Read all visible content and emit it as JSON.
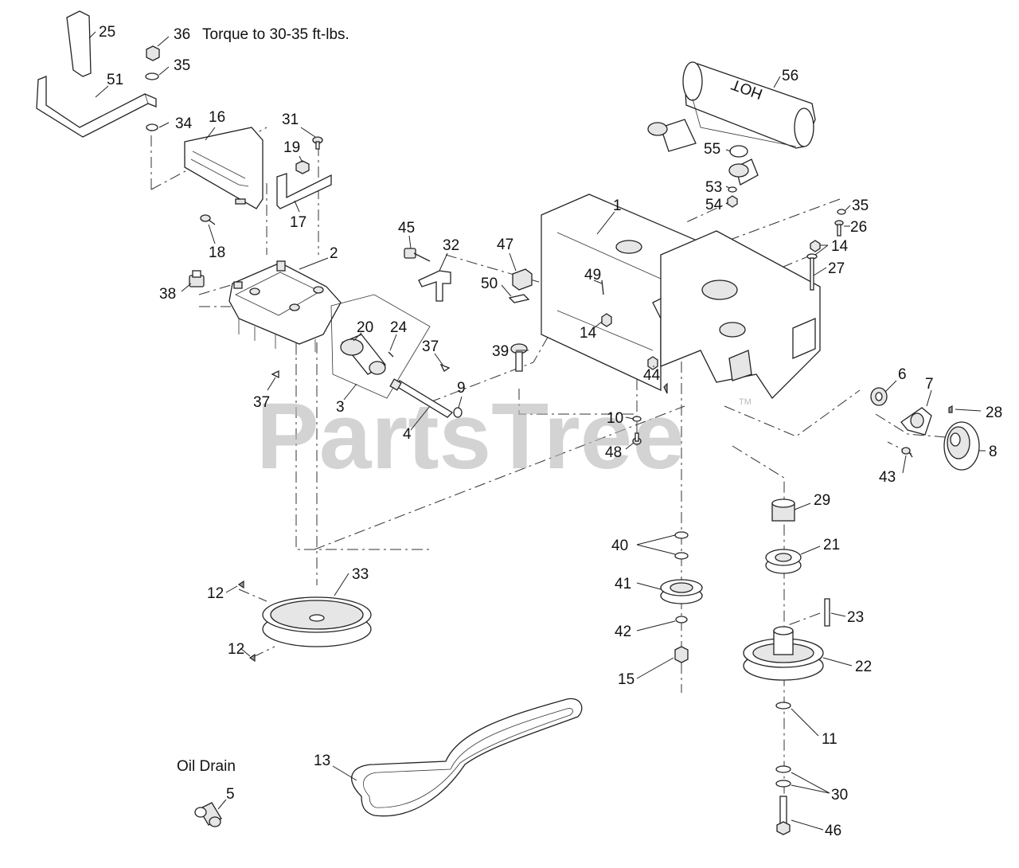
{
  "watermark": "PartsTree",
  "watermark_tm": "TM",
  "notes": {
    "torque": "Torque to 30-35 ft-lbs.",
    "oil_drain": "Oil Drain"
  },
  "callouts": {
    "c1": "1",
    "c2": "2",
    "c3": "3",
    "c4": "4",
    "c5": "5",
    "c6": "6",
    "c7": "7",
    "c8": "8",
    "c9": "9",
    "c10": "10",
    "c11": "11",
    "c12a": "12",
    "c12b": "12",
    "c13": "13",
    "c14a": "14",
    "c14b": "14",
    "c15": "15",
    "c16": "16",
    "c17": "17",
    "c18": "18",
    "c19": "19",
    "c20": "20",
    "c21": "21",
    "c22": "22",
    "c23": "23",
    "c24": "24",
    "c25": "25",
    "c26": "26",
    "c27": "27",
    "c28": "28",
    "c29": "29",
    "c30": "30",
    "c31": "31",
    "c32": "32",
    "c33": "33",
    "c34": "34",
    "c35a": "35",
    "c35b": "35",
    "c36": "36",
    "c37a": "37",
    "c37b": "37",
    "c38": "38",
    "c39": "39",
    "c40": "40",
    "c41": "41",
    "c42": "42",
    "c43": "43",
    "c44": "44",
    "c45": "45",
    "c46": "46",
    "c47": "47",
    "c48": "48",
    "c49": "49",
    "c50": "50",
    "c51": "51",
    "c53": "53",
    "c54": "54",
    "c55": "55",
    "c56": "56"
  },
  "muffler_label": "HOT"
}
